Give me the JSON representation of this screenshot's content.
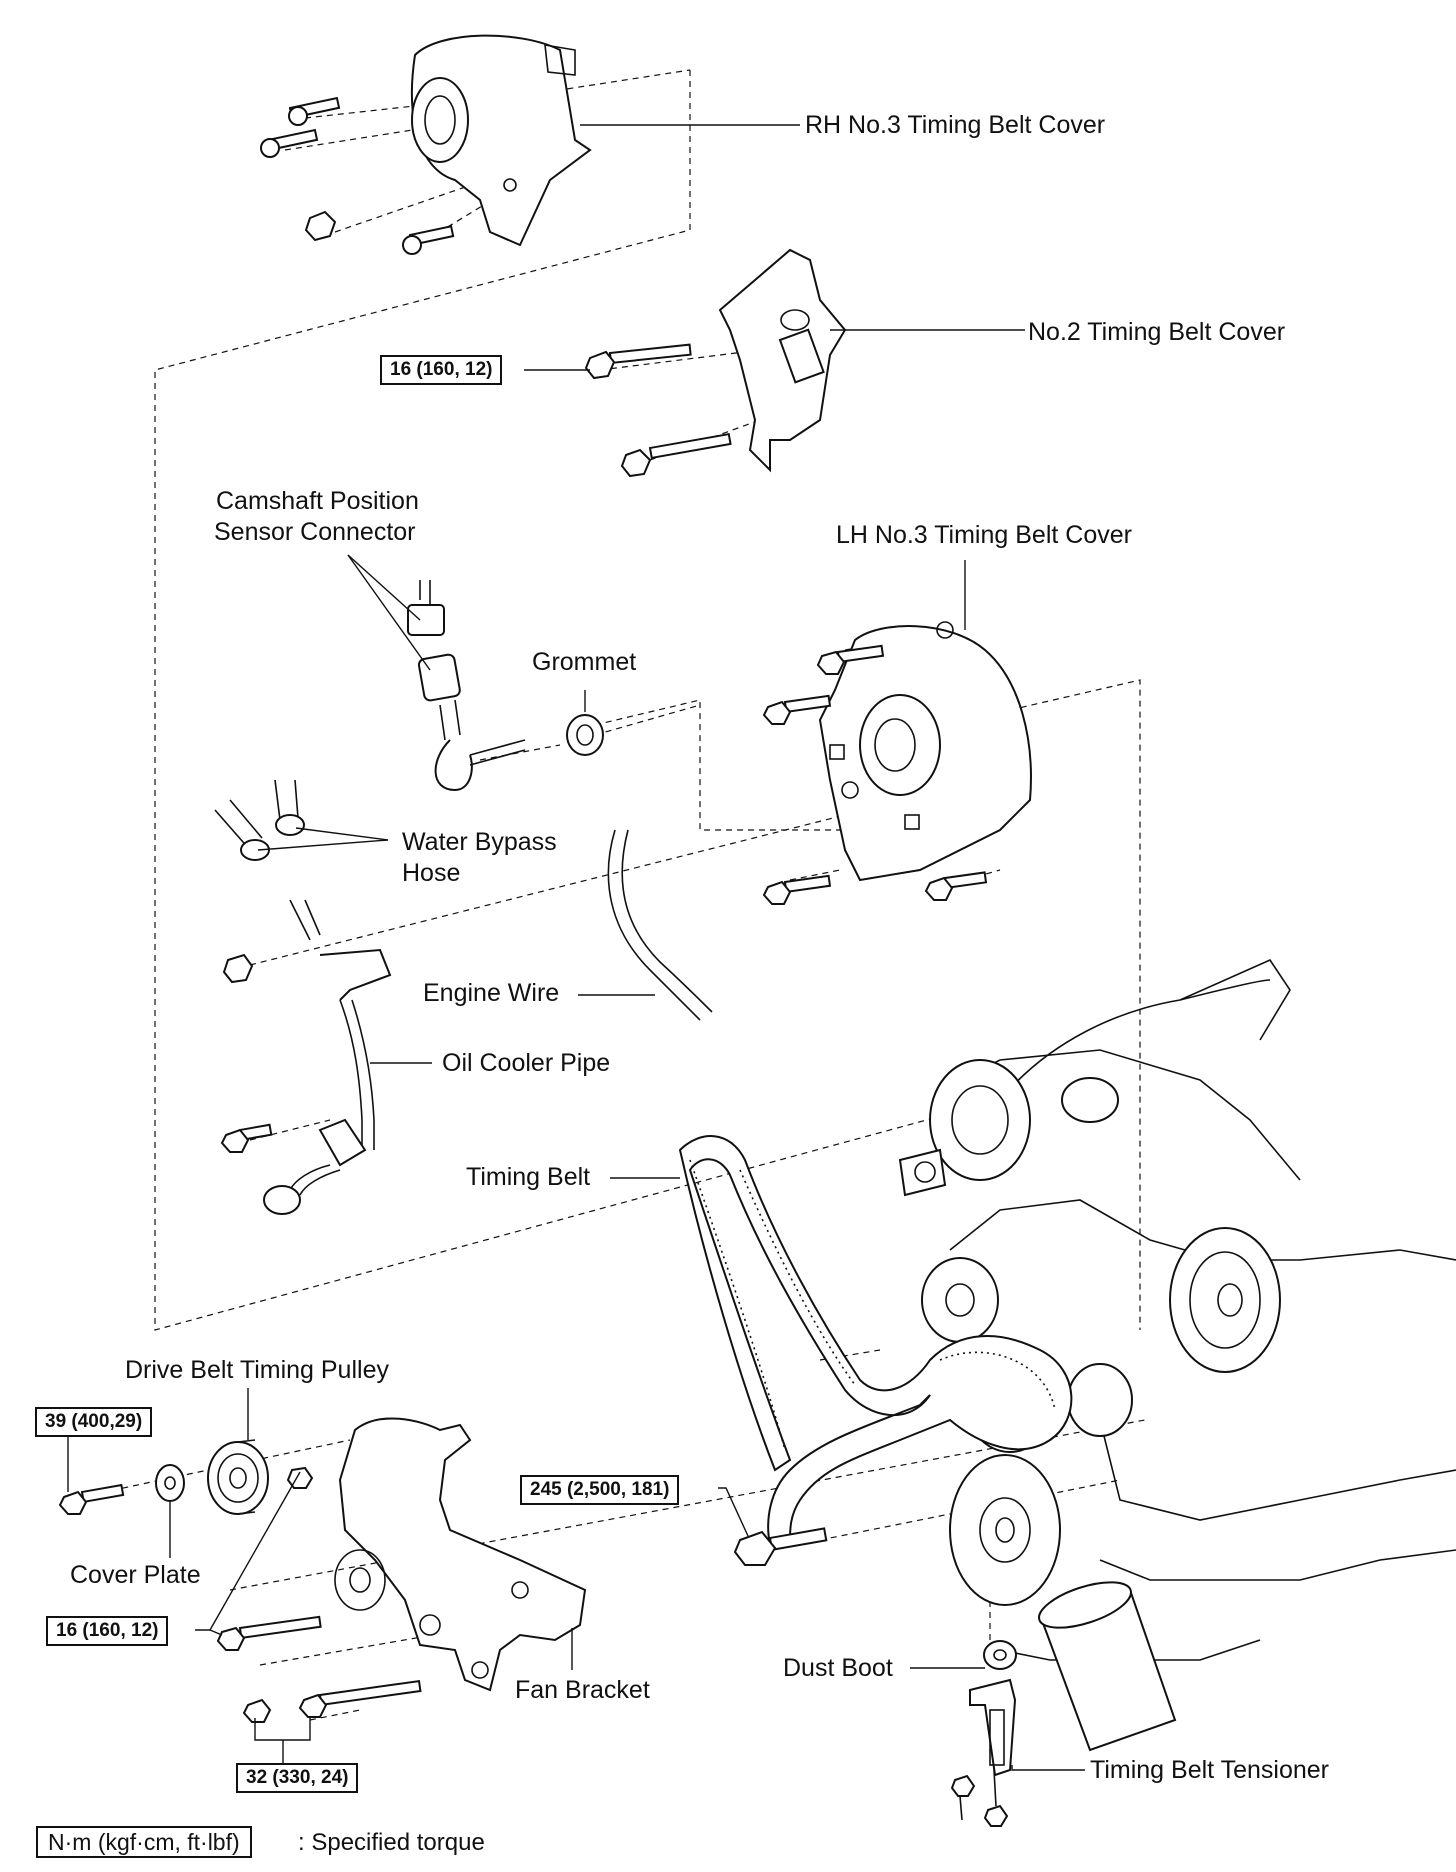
{
  "labels": {
    "rh_no3_cover": "RH No.3 Timing Belt Cover",
    "no2_cover": "No.2 Timing Belt Cover",
    "cam_sensor_1": "Camshaft Position",
    "cam_sensor_2": "Sensor Connector",
    "lh_no3_cover": "LH No.3 Timing Belt Cover",
    "grommet": "Grommet",
    "water_bypass_1": "Water Bypass",
    "water_bypass_2": "Hose",
    "engine_wire": "Engine Wire",
    "oil_cooler_pipe": "Oil Cooler Pipe",
    "timing_belt": "Timing Belt",
    "drive_belt_pulley": "Drive Belt Timing Pulley",
    "cover_plate": "Cover Plate",
    "fan_bracket": "Fan Bracket",
    "dust_boot": "Dust Boot",
    "tensioner": "Timing Belt Tensioner"
  },
  "torques": {
    "no2_cover_bolt": "16 (160, 12)",
    "pulley_bolt": "39 (400,29)",
    "fan_bracket_bolt": "16 (160, 12)",
    "crank_bolt": "245 (2,500, 181)",
    "fan_bracket_nut": "32 (330, 24)"
  },
  "legend": {
    "units": "N·m (kgf·cm, ft·lbf)",
    "text": ": Specified torque"
  }
}
